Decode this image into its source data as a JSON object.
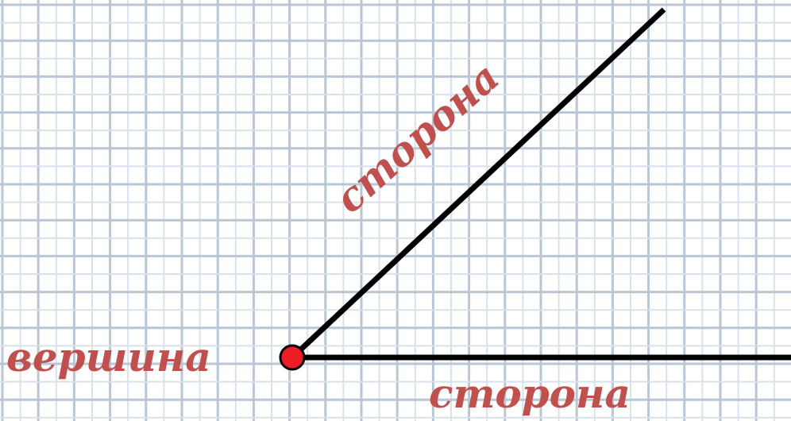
{
  "labels": {
    "vertex": "вершина",
    "side_upper": "сторона",
    "side_lower": "сторона"
  },
  "colors": {
    "label": "#c0504d",
    "ray": "#000000",
    "vertex_fill": "#ee1c25",
    "grid_major": "#b9c6d6",
    "grid_minor": "#d9e1eb",
    "background": "#ffffff"
  }
}
